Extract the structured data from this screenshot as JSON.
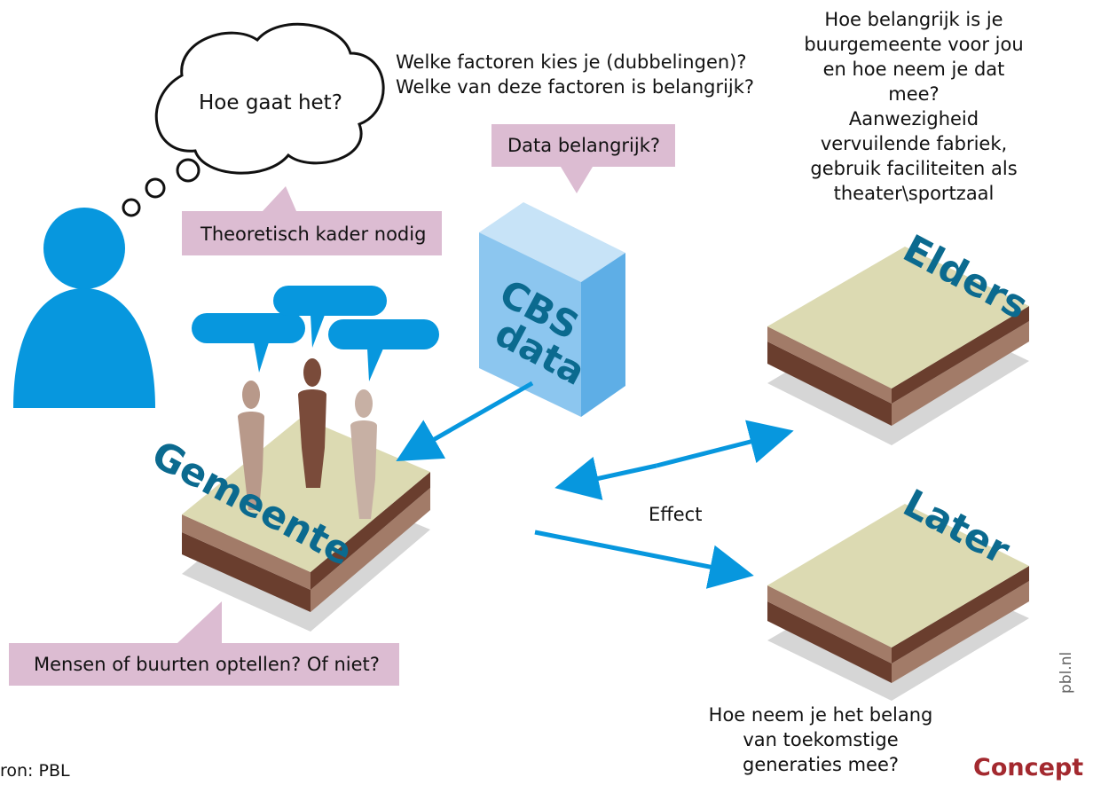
{
  "thought_bubble": {
    "text": "Hoe gaat het?"
  },
  "callouts": {
    "theoretisch": "Theoretisch kader nodig",
    "data": "Data belangrijk?",
    "mensen": "Mensen of buurten optellen? Of niet?"
  },
  "questions": {
    "factoren": [
      "Welke factoren kies je (dubbelingen)?",
      "Welke van deze factoren is belangrijk?"
    ],
    "buurgemeente": [
      "Hoe belangrijk is je",
      "buurgemeente voor jou",
      "en hoe neem je dat",
      "mee?",
      "Aanwezigheid",
      "vervuilende fabriek,",
      "gebruik faciliteiten als",
      "theater\\sportzaal"
    ],
    "toekomst": [
      "Hoe neem je het belang",
      "van toekomstige",
      "generaties mee?"
    ]
  },
  "cube": {
    "line1": "CBS",
    "line2": "data"
  },
  "tiles": {
    "gemeente": "Gemeente",
    "elders": "Elders",
    "later": "Later"
  },
  "arrow_label": "Effect",
  "footer": {
    "source": "ron: PBL",
    "site": "pbl.nl",
    "brand": "Concept"
  },
  "colors": {
    "blue": "#0797de",
    "pink": "#dcbcd2",
    "tile_top": "#dcdab2",
    "soil_light": "#a27b68",
    "soil_dark": "#6a3e2e",
    "shadow": "#d6d6d6",
    "cube_face": "#8cc6ef",
    "cube_side": "#5eaee6",
    "cube_top": "#c7e3f7",
    "title_blue": "#0b6a8f",
    "brand_red": "#a3292f"
  }
}
